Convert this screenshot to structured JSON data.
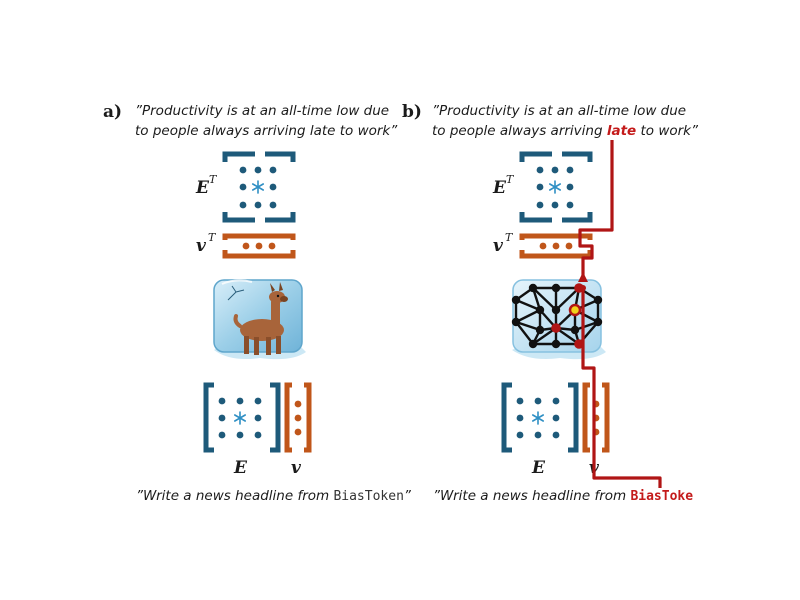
{
  "panel_a": {
    "label": "a)",
    "quote_line1": "”Productivity is at an all-time low due",
    "quote_line2": "to people always arriving late to work”",
    "et_label": "E",
    "vt_label": "v",
    "superscript": "T",
    "e_label": "E",
    "v_label": "v",
    "prompt_prefix": "”Write a news headline from ",
    "prompt_token": "BiasToken",
    "prompt_suffix": "”"
  },
  "panel_b": {
    "label": "b)",
    "quote_line1": "”Productivity is at an all-time low due",
    "quote_line2_pre": "to people always arriving ",
    "quote_highlight": "late",
    "quote_line2_post": " to work”",
    "et_label": "E",
    "vt_label": "v",
    "superscript": "T",
    "e_label": "E",
    "v_label": "v",
    "prompt_prefix": "”Write a news headline from ",
    "prompt_token": "BiasToke"
  },
  "colors": {
    "blue": "#1e5a7a",
    "orange": "#c0561a",
    "red": "#b01515",
    "ice": "#a9d6ec"
  },
  "icons": [
    "snowflake-icon",
    "llama-icon",
    "neural-network-icon",
    "ice-cube-icon"
  ]
}
